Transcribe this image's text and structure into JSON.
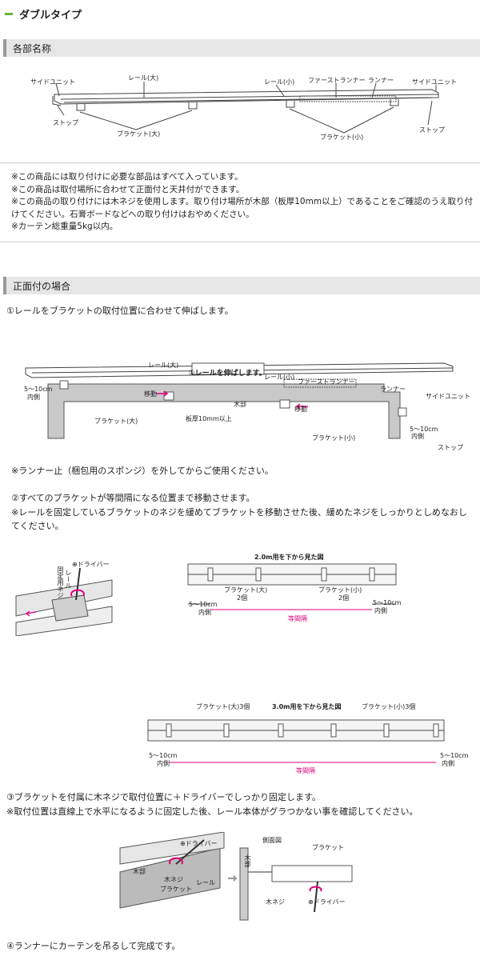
{
  "title": "ダブルタイプ",
  "sections": {
    "parts": "各部名称",
    "front": "正面付の場合"
  },
  "parts_labels": {
    "side_unit_l": "サイドユニット",
    "rail_big": "レール(大)",
    "rail_small": "レール(小)",
    "first_runner": "ファーストランナー",
    "runner": "ランナー",
    "side_unit_r": "サイドユニット",
    "stop_l": "ストップ",
    "bracket_big": "ブラケット(大)",
    "bracket_small": "ブラケット(小)",
    "stop_r": "ストップ"
  },
  "notes": [
    "※この商品には取り付けに必要な部品はすべて入っています。",
    "※この商品は取付場所に合わせて正面付と天井付ができます。",
    "※この商品の取り付けには木ネジを使用します。取り付け場所が木部（板厚10mm以上）であることをご確認のうえ取り付けてください。石膏ボードなどへの取り付けはおやめください。",
    "※カーテン総重量5kg以内。"
  ],
  "step1": "①レールをブラケットの取付位置に合わせて伸ばします。",
  "fig1": {
    "callout": "①レールを伸ばします。",
    "rail_big": "レール(大)",
    "rail_small": "レール(小)",
    "first_runner": "ファーストランナー",
    "runner": "ランナー",
    "side_unit": "サイドユニット",
    "dist_l": "5～10cm",
    "inner_l": "内側",
    "move1": "移動",
    "wood": "木部",
    "thickness": "板厚10mm以上",
    "bracket_big": "ブラケット(大)",
    "move2": "移動",
    "dist_r": "5～10cm",
    "inner_r": "内側",
    "stop": "ストップ",
    "bracket_small": "ブラケット(小)"
  },
  "note_runner": "※ランナー止（梱包用のスポンジ）を外してからご使用ください。",
  "step2": "②すべてのブラケットが等間隔になる位置まで移動させます。",
  "step2_note": "※レールを固定しているブラケットのネジを緩めてブラケットを移動させた後、緩めたネジをしっかりとしめなおしてください。",
  "fig2": {
    "driver": "⊕ドライバー",
    "rail": "レール",
    "screw": "固定用ネジ"
  },
  "fig3": {
    "title": "2.0m用を下から見た図",
    "bb": "ブラケット(大)",
    "bb_n": "2個",
    "bs": "ブラケット(小)",
    "bs_n": "2個",
    "dl": "5～10cm",
    "il": "内側",
    "dr": "5～10cm",
    "ir": "内側",
    "eq": "等間隔"
  },
  "fig4": {
    "title": "3.0m用を下から見た図",
    "bb": "ブラケット(大)3個",
    "bs": "ブラケット(小)3個",
    "dl": "5～10cm",
    "il": "内側",
    "dr": "5～10cm",
    "ir": "内側",
    "eq": "等間隔"
  },
  "step3": "③ブラケットを付属に木ネジで取付位置に＋ドライバーでしっかり固定します。",
  "step3_note": "※取付位置は直線上で水平になるように固定した後、レール本体がグラつかない事を確認してください。",
  "fig5": {
    "driver": "⊕ドライバー",
    "wood": "木部",
    "screw": "木ネジ",
    "bracket": "ブラケット",
    "rail": "レール",
    "side_view": "側面図",
    "wood2": "木部",
    "bracket2": "ブラケット",
    "screw2": "木ネジ",
    "driver2": "⊕ドライバー"
  },
  "step4": "④ランナーにカーテンを吊るして完成です。",
  "colors": {
    "accent": "#6cb33f",
    "arrow": "#e0007a"
  }
}
